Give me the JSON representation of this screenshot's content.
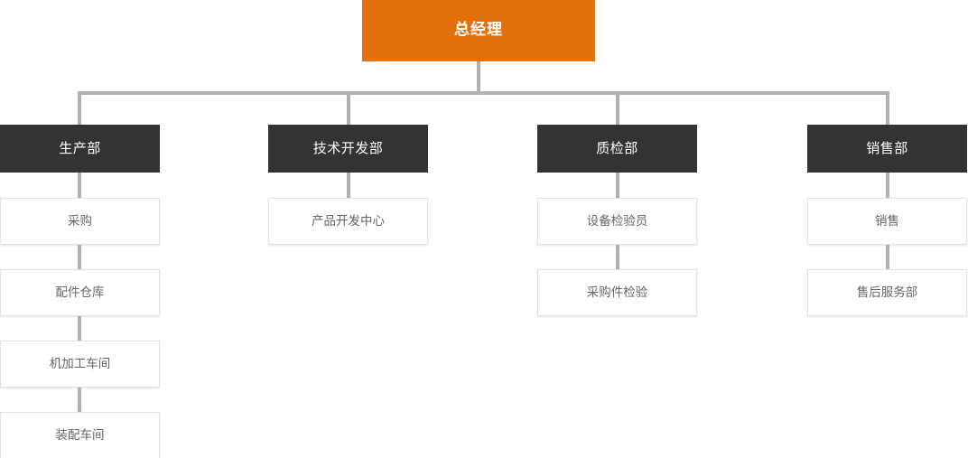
{
  "chart_title": "",
  "colors": {
    "root_bg": "#e3700a",
    "root_text": "#ffffff",
    "dept_bg": "#333333",
    "dept_text": "#ffffff",
    "sub_bg": "#ffffff",
    "sub_text": "#666666",
    "sub_border": "#e2e2e2",
    "connector": "#b1b1b1",
    "page_bg": "#ffffff"
  },
  "root": {
    "label": "总经理"
  },
  "departments": [
    {
      "label": "生产部",
      "children": [
        {
          "label": "采购"
        },
        {
          "label": "配件仓库"
        },
        {
          "label": "机加工车间"
        },
        {
          "label": "装配车间"
        }
      ]
    },
    {
      "label": "技术开发部",
      "children": [
        {
          "label": "产品开发中心"
        }
      ]
    },
    {
      "label": "质检部",
      "children": [
        {
          "label": "设备检验员"
        },
        {
          "label": "采购件检验"
        }
      ]
    },
    {
      "label": "销售部",
      "children": [
        {
          "label": "销售"
        },
        {
          "label": "售后服务部"
        }
      ]
    }
  ]
}
